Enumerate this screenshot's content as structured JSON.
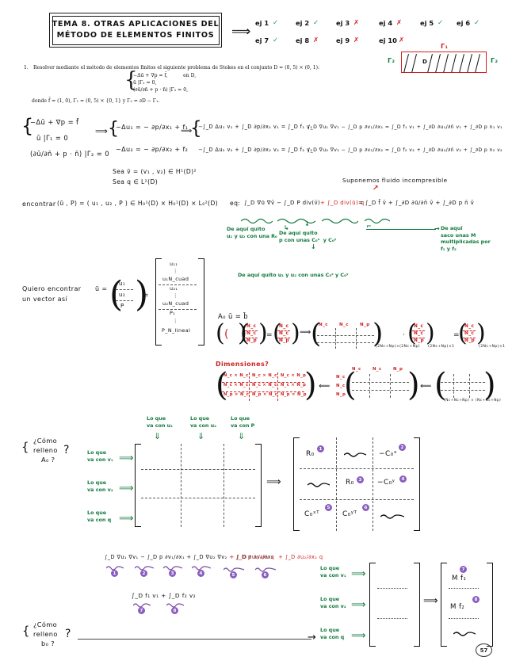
{
  "page": {
    "number": "57",
    "language": "es",
    "subject": "Elementos Finitos - Problema de Stokes"
  },
  "title": {
    "line1": "TEMA 8. OTRAS APLICACIONES DEL",
    "line2": "MÉTODO DE ELEMENTOS FINITOS",
    "implies_arrow": "⟹"
  },
  "exercises": [
    {
      "label": "ej 1",
      "mark": "✓",
      "status": "ok"
    },
    {
      "label": "ej 2",
      "mark": "✓",
      "status": "ok"
    },
    {
      "label": "ej 3",
      "mark": "✗",
      "status": "no"
    },
    {
      "label": "ej 4",
      "mark": "✗",
      "status": "no"
    },
    {
      "label": "ej 5",
      "mark": "✓",
      "status": "ok"
    },
    {
      "label": "ej 6",
      "mark": "✓",
      "status": "ok"
    },
    {
      "label": "ej 7",
      "mark": "✓",
      "status": "ok"
    },
    {
      "label": "ej 8",
      "mark": "✗",
      "status": "no"
    },
    {
      "label": "ej 9",
      "mark": "✗",
      "status": "no"
    },
    {
      "label": "ej 10",
      "mark": "✗",
      "status": "no"
    }
  ],
  "problem": {
    "number": "1.",
    "statement": "Resolver mediante el método de elementos finitos el siguiente problema de Stokes en el conjunto D = (0, 5) × (0, 1):",
    "system": [
      "−Δū + ∇p = f̄,          en D,",
      "ū |Γ₁ = 0,",
      "(∂ū/∂n̄ + p · n̄) |Γ₂ = 0,"
    ],
    "where": "donde f̄ = (1, 0), Γ₁ = (0, 5) × {0, 1} y Γ₂ = ∂D − Γ₁."
  },
  "domain_sketch": {
    "top_label": "Γ₁",
    "left_label": "Γ₂",
    "right_label": "Γ₂",
    "inner_label": "D",
    "border_color": "#d02020",
    "label_color_top": "#d02020",
    "label_color_side": "#127a3e"
  },
  "strong_form": {
    "lines": [
      "−Δū + ∇p = f̄",
      "ū |Γ₁ = 0",
      "(∂ū/∂n̄ + p · n̄) |Γ₂ = 0"
    ]
  },
  "componentwise": {
    "arrow": "⟹",
    "lines": [
      "−Δu₁ = − ∂p/∂x₁ + f₁",
      "−Δu₂ = − ∂p/∂x₂ + f₂"
    ]
  },
  "test_space": {
    "line1": "Sea v̄ = (v₁ , v₂) ∈ H¹(D)²",
    "line2": "Sea q ∈ L²(D)"
  },
  "weak_rows": [
    {
      "arrow": "⟹",
      "lhs": "−∫_D Δu₁ v₁ + ∫_D ∂p/∂x₁ v₁ = ∫_D f₁ v₁",
      "arrow2": "⟹",
      "rhs": "∫_D ∇u₁ ∇v₁ − ∫_D p ∂v₁/∂x₁ = ∫_D f₁ v₁ + ∫_∂D ∂u₁/∂n̄ v₁ + ∫_∂D p n₁ v₁"
    },
    {
      "arrow": "",
      "lhs": "−∫_D Δu₂ v₂ + ∫_D ∂p/∂x₂ v₂ = ∫_D f₂ v₂",
      "arrow2": "⟹",
      "rhs": "∫_D ∇u₂ ∇v₂ − ∫_D p ∂v₂/∂x₂ = ∫_D f₂ v₂ + ∫_∂D ∂u₂/∂n̄ v₂ + ∫_∂D p n₂ v₂"
    }
  ],
  "incompressible_note": "Suponemos fluido incompresible",
  "find": {
    "lead": "encontrar",
    "tuple": "(ū , P) = ( u₁ , u₂ , P ) ∈ H₀¹(D) × H₀¹(D) × L₀²(D)",
    "eq_label": "eq:",
    "eq_body_black1": "∫_D ∇ū ∇v̄ − ∫_D P div(v̄)",
    "eq_body_red": "+ ∫_D div(ū) q",
    "eq_body_black2": "= ∫_D f̄ v̄ + ∫_∂D ∂ū/∂n̄ v̄ + ∫_∂D p n̄ v̄"
  },
  "green_notes_row1": [
    {
      "text": "De aquí quito\nu₁ y u₂ con una R₀"
    },
    {
      "text": "De aquí quito\np con unas C₀ˣ  y C₀ʸ"
    },
    {
      "text": "De aquí\nsaco unas M\nmultiplicadas por\nf₁ y f₂"
    }
  ],
  "green_note_restriction": "De aquí quito u₁ y u₂ con unas C₀ˣ y C₀ʸ",
  "vector": {
    "label_line1": "Quiero encontrar",
    "label_line2": "un vector así",
    "lhs": "ū =",
    "small_entries": [
      "u₁",
      "u₂",
      "P"
    ],
    "big_entries": [
      "u₁₁",
      "⋮",
      "u₁N_cuad",
      "u₂₁",
      "⋮",
      "u₂N_cuad",
      "P₁",
      "⋮",
      "P_N_lineal"
    ]
  },
  "system_line": {
    "label": "A₀ ū = b̄",
    "left_paren_vec": [
      "N_c",
      "N_c",
      "N_p"
    ],
    "result_vec": [
      "N_c",
      "N_c",
      "N_p"
    ],
    "arrow": "⟹",
    "matrix_cols": [
      "N_c",
      "N_c",
      "N_p"
    ],
    "matrix_subscript": "(2Nc+Np)×(2Nc+Np)",
    "mult_vec": [
      "N_c",
      "N_c",
      "N_p"
    ],
    "mult_subscript": "(2Nc+Np)×1",
    "equals": "=",
    "rhs_vec": [
      "N_c",
      "N_c",
      "N_p"
    ],
    "rhs_subscript": "(2Nc+Np)×1"
  },
  "dimensions": {
    "question": "Dimensiones?",
    "block_matrix": [
      [
        "N_c × N_c",
        "N_c × N_c",
        "N_c × N_p"
      ],
      [
        "N_c × N_c",
        "N_c × N_c",
        "N_c × N_p"
      ],
      [
        "N_p × N_c",
        "N_p × N_c",
        "N_p × N_p"
      ]
    ],
    "arrow_left": "⟸",
    "row_labels": [
      "N_c",
      "N_c",
      "N_p"
    ],
    "col_labels": [
      "N_c",
      "N_c",
      "N_p"
    ],
    "arrow_left2": "⟸",
    "final_subscript": "(Nc+Nc+Np) × (Nc+Nc+Np)"
  },
  "fill_A0": {
    "question_line1": "¿Cómo",
    "question_line2": "relleno",
    "question_line3": "A₀ ?",
    "row_notes": [
      "Lo que\nva con v₁",
      "Lo que\nva con v₂",
      "Lo que\nva con q"
    ],
    "col_notes": [
      "Lo que\nva con u₁",
      "Lo que\nva con u₂",
      "Lo que\nva con P"
    ],
    "arrow": "⟹",
    "result_matrix": [
      [
        {
          "text": "R₀",
          "badge": "1"
        },
        {
          "text": "~",
          "badge": ""
        },
        {
          "text": "−C₀ˣ",
          "badge": "2"
        }
      ],
      [
        {
          "text": "~",
          "badge": ""
        },
        {
          "text": "R₀",
          "badge": "3"
        },
        {
          "text": "−C₀ʸ",
          "badge": "4"
        }
      ],
      [
        {
          "text": "C₀ˣᵀ",
          "badge": "5"
        },
        {
          "text": "C₀ʸᵀ",
          "badge": "6"
        },
        {
          "text": "~",
          "badge": ""
        }
      ]
    ]
  },
  "fill_b0": {
    "question_line1": "¿Cómo",
    "question_line2": "relleno",
    "question_line3": "b₀ ?",
    "expansion_black": "∫_D ∇u₁ ∇v₁ − ∫_D p ∂v₁/∂x₁ + ∫_D ∇u₂ ∇v₂ − ∫_D p ∂v₂/∂x₂",
    "expansion_red": "+ ∫_D ∂u₁/∂x₁ q  + ∫_D ∂u₂/∂x₂ q",
    "expansion_badges": [
      "1",
      "2",
      "3",
      "4",
      "5",
      "6"
    ],
    "rhs_terms": "∫_D f₁ v₁ + ∫_D f₂ v₂",
    "rhs_badges": [
      "7",
      "8"
    ],
    "row_notes": [
      "Lo que\nva con v₁",
      "Lo que\nva con v₂",
      "Lo que\nva con q"
    ],
    "arrow": "⟹",
    "result_vector": [
      {
        "text": "M f₁",
        "badge": "7"
      },
      {
        "text": "M f₂",
        "badge": "8"
      },
      {
        "text": "~",
        "badge": ""
      }
    ]
  },
  "colors": {
    "ink_black": "#111111",
    "ink_green": "#127a3e",
    "ink_red": "#d01f1f",
    "ink_purple": "#7b4ca8",
    "badge_fill": "#8a5fc0",
    "check_green": "#1a9a44",
    "cross_red": "#d92020"
  }
}
